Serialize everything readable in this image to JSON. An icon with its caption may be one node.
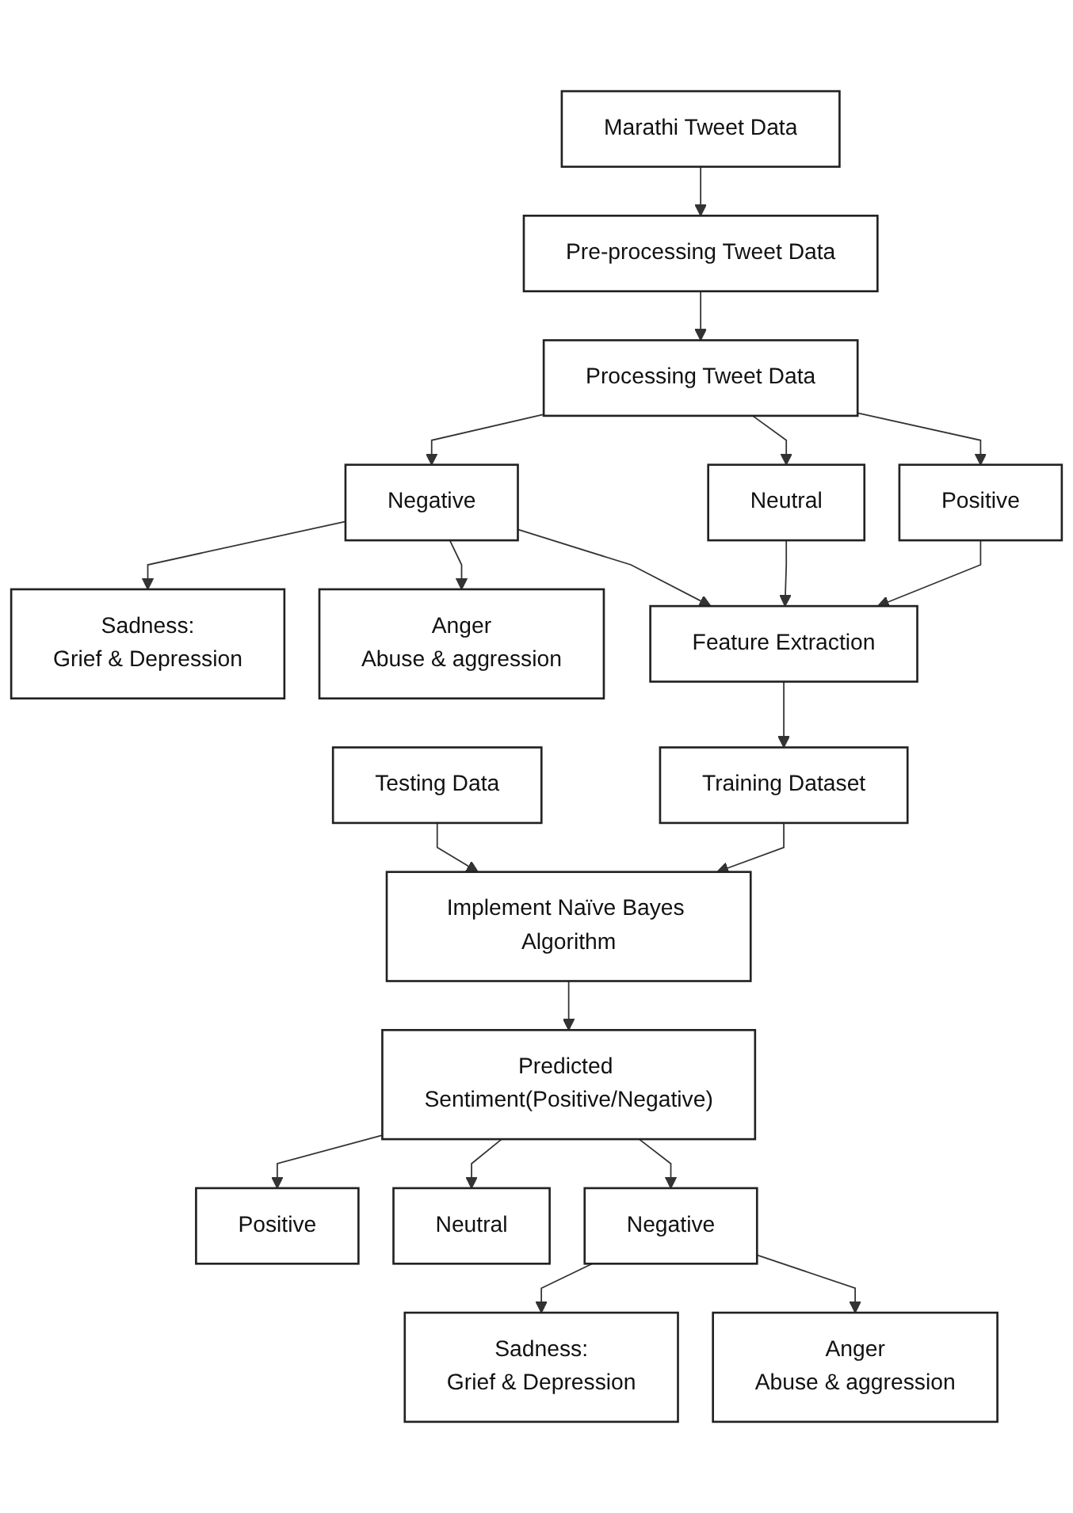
{
  "diagram": {
    "nodes": [
      {
        "text": [
          "Marathi Tweet Data"
        ]
      },
      {
        "text": [
          "Pre-processing Tweet Data"
        ]
      },
      {
        "text": [
          "Processing Tweet Data"
        ]
      },
      {
        "text": [
          "Positive"
        ]
      },
      {
        "text": [
          "Neutral"
        ]
      },
      {
        "text": [
          "Negative"
        ]
      },
      {
        "text": [
          "Sadness:",
          "Grief & Depression"
        ]
      },
      {
        "text": [
          "Anger",
          "Abuse & aggression"
        ]
      },
      {
        "text": [
          "Feature Extraction"
        ]
      },
      {
        "text": [
          "Training Dataset"
        ]
      },
      {
        "text": [
          "Implement Naïve Bayes Algorithm"
        ]
      },
      {
        "text": [
          "Testing Data"
        ]
      },
      {
        "text": [
          "Predicted Sentiment(Positive/Negative)"
        ]
      },
      {
        "text": [
          "Positive"
        ]
      },
      {
        "text": [
          "Neutral"
        ]
      },
      {
        "text": [
          "Negative"
        ]
      },
      {
        "text": [
          "Sadness:",
          "Grief & Depression"
        ]
      },
      {
        "text": [
          "Anger",
          "Abuse & aggression"
        ]
      }
    ],
    "edges": [
      {
        "from": 0,
        "to": 1,
        "arrow": "to"
      },
      {
        "from": 1,
        "to": 2,
        "arrow": "to"
      },
      {
        "from": 2,
        "to": 3,
        "arrow": "to"
      },
      {
        "from": 2,
        "to": 4,
        "arrow": "to"
      },
      {
        "from": 2,
        "to": 5,
        "arrow": "to"
      },
      {
        "from": 5,
        "to": 6,
        "arrow": "to"
      },
      {
        "from": 5,
        "to": 7,
        "arrow": "to"
      },
      {
        "from": 3,
        "to": 8,
        "arrow": "to"
      },
      {
        "from": 4,
        "to": 8,
        "arrow": "to"
      },
      {
        "from": 5,
        "to": 8,
        "arrow": "to"
      },
      {
        "from": 8,
        "to": 9,
        "arrow": "to"
      },
      {
        "from": 9,
        "to": 10,
        "arrow": "to"
      },
      {
        "from": 11,
        "to": 10,
        "arrow": "to"
      },
      {
        "from": 10,
        "to": 12,
        "arrow": "to"
      },
      {
        "from": 12,
        "to": 13,
        "arrow": "to"
      },
      {
        "from": 12,
        "to": 14,
        "arrow": "to"
      },
      {
        "from": 12,
        "to": 15,
        "arrow": "to"
      },
      {
        "from": 15,
        "to": 16,
        "arrow": "to"
      },
      {
        "from": 15,
        "to": 17,
        "arrow": "to"
      }
    ]
  }
}
